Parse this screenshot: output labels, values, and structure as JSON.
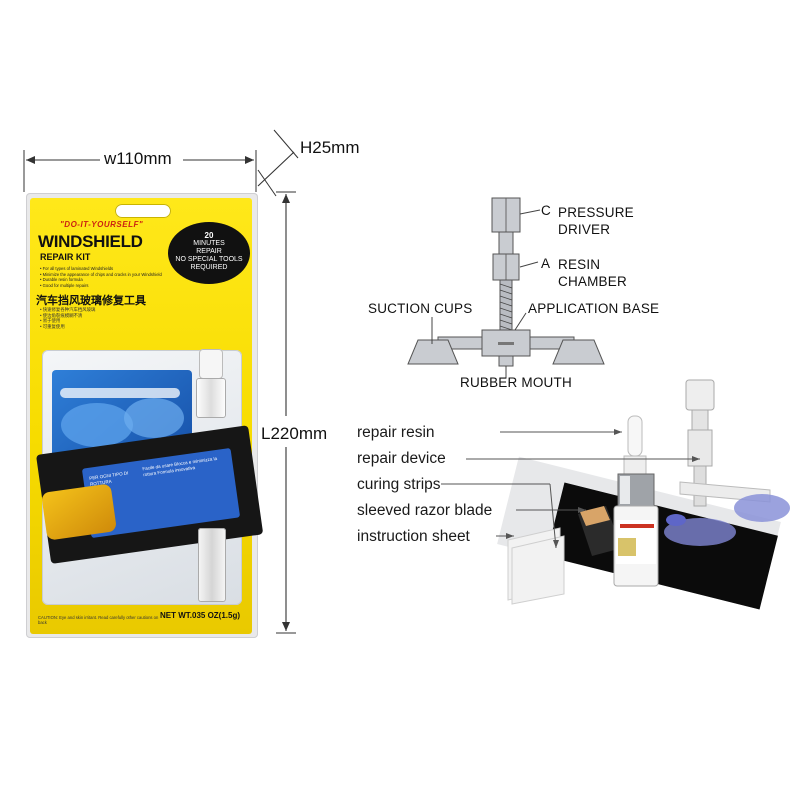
{
  "dimensions": {
    "width": "w110mm",
    "height": "H25mm",
    "length": "L220mm"
  },
  "package": {
    "brand_sub": "\"DO-IT-YOURSELF\"",
    "title": "WINDSHIELD",
    "subtitle": "REPAIR KIT",
    "badge_lines": [
      "20",
      "MINUTES",
      "REPAIR",
      "NO SPECIAL TOOLS",
      "REQUIRED"
    ],
    "bullets": [
      "• For all types of laminated Windshields",
      "• Minimize the appearance of chips and cracks in your Windshield",
      "• Durable resin formula",
      "• Good for multiple repairs"
    ],
    "chinese_title": "汽车挡风玻璃修复工具",
    "chinese_lines": [
      "• 快速修复各种汽车挡风玻璃",
      "• 使边角裂痕模糊不清",
      "• 易于使用",
      "• 可重复使用"
    ],
    "band_text_left": "PER OGNI TIPO DI ROTTURA",
    "band_text_right": "Facile da usare  Blocca e minimizza la rottura  Formula innovativa",
    "net_wt": "NET WT.035 OZ(1.5g)",
    "caution": "CAUTION: Eye and skin irritant. Read carefully other cautions on back"
  },
  "diagram": {
    "c_letter": "C",
    "c_label": [
      "PRESSURE",
      "DRIVER"
    ],
    "a_letter": "A",
    "a_label": [
      "RESIN",
      "CHAMBER"
    ],
    "suction_cups": "SUCTION CUPS",
    "application_base": "APPLICATION BASE",
    "rubber_mouth": "RUBBER MOUTH"
  },
  "contents": {
    "items": [
      "repair resin",
      "repair device",
      "curing strips",
      "sleeved razor blade",
      "instruction sheet"
    ]
  },
  "colors": {
    "package_yellow": "#f7dc00",
    "band_black": "#161616",
    "accent_blue": "#2f7fd8",
    "diagram_gray": "#c9ccd1"
  }
}
